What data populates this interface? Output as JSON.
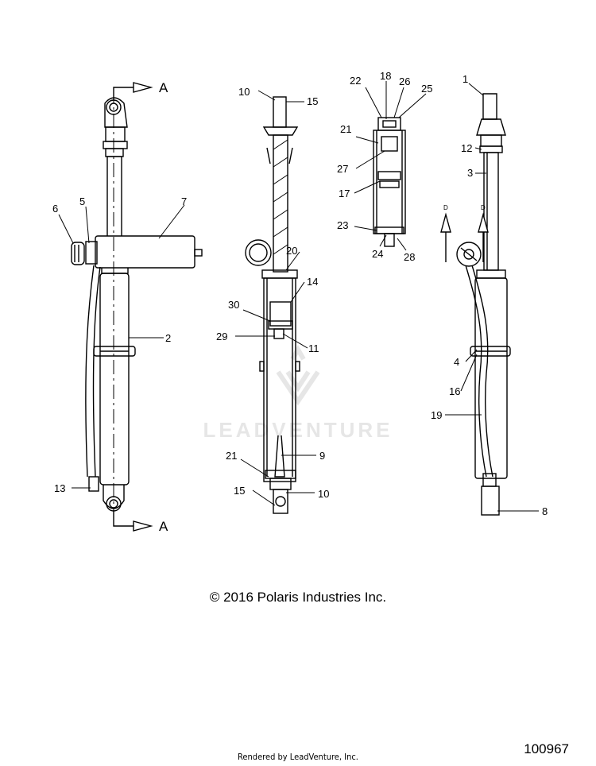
{
  "watermark": "LEADVENTURE",
  "section_labels": [
    "A",
    "A",
    "D",
    "D"
  ],
  "callouts": [
    "1",
    "2",
    "3",
    "4",
    "5",
    "6",
    "7",
    "8",
    "9",
    "10",
    "10",
    "11",
    "12",
    "13",
    "14",
    "15",
    "15",
    "16",
    "17",
    "18",
    "19",
    "20",
    "21",
    "21",
    "22",
    "23",
    "24",
    "25",
    "26",
    "27",
    "28",
    "29",
    "30"
  ],
  "copyright": "© 2016 Polaris Industries Inc.",
  "rendered_by": "Rendered by LeadVenture, Inc.",
  "diagram_id": "100967"
}
